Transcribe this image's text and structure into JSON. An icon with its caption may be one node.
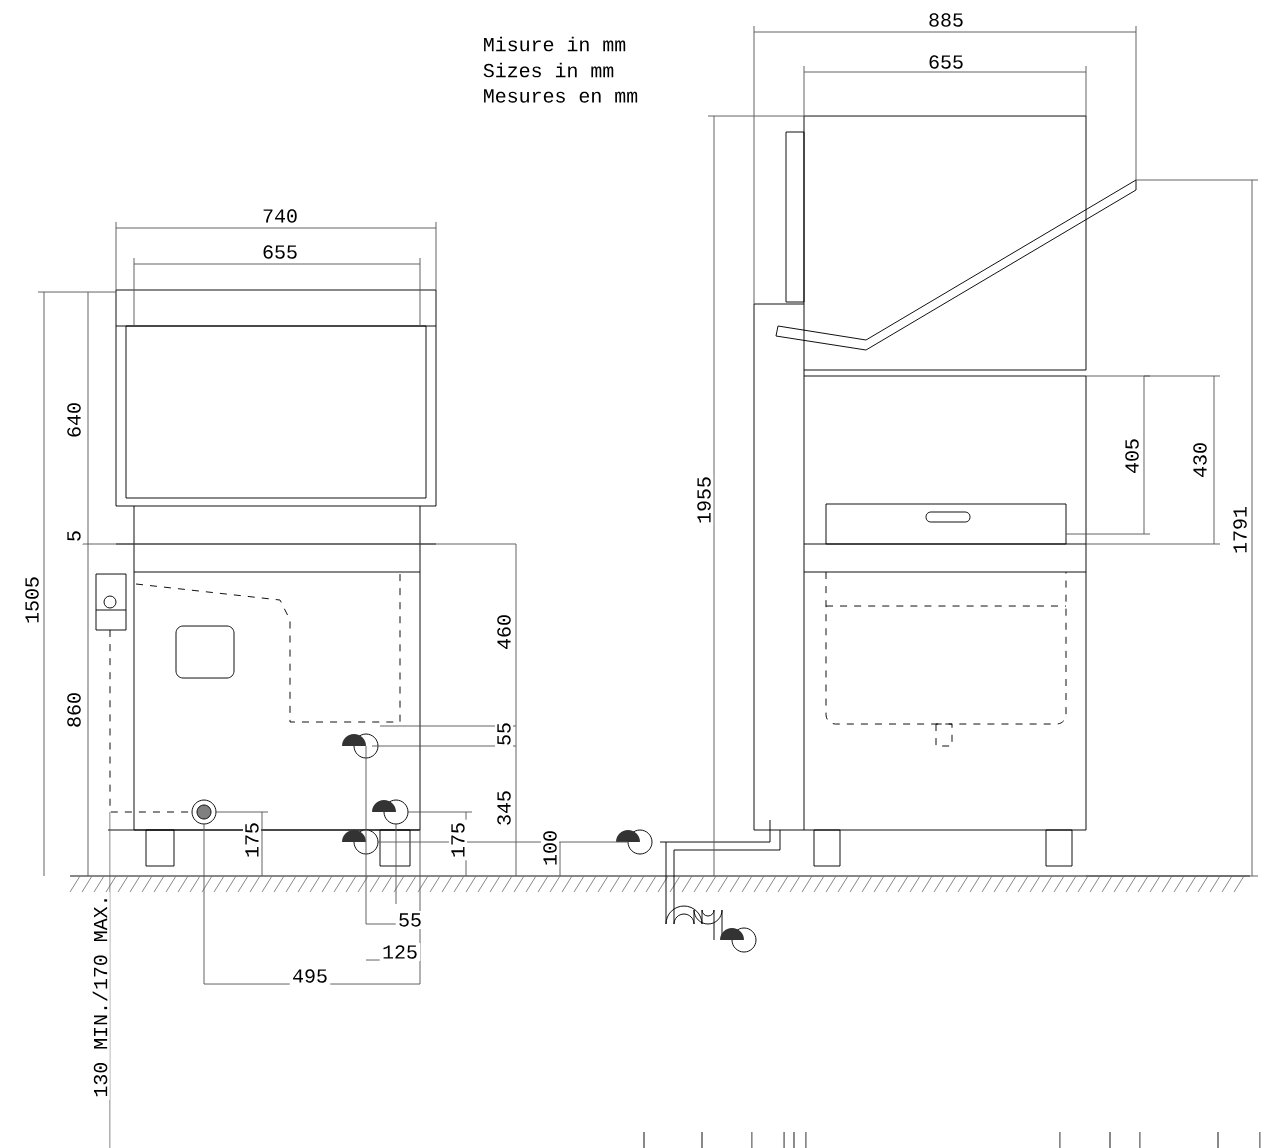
{
  "diagram": {
    "labels": [
      "885",
      "Misure in mm",
      "655",
      "Sizes in mm",
      "Mesures en mm",
      "740",
      "655",
      "640",
      "405",
      "430",
      "1955",
      "5",
      "1791",
      "1505",
      "460",
      "860",
      "55",
      "345",
      "175",
      "175",
      "100",
      "55",
      "125",
      "495",
      "130 MIN./170 MAX."
    ]
  }
}
